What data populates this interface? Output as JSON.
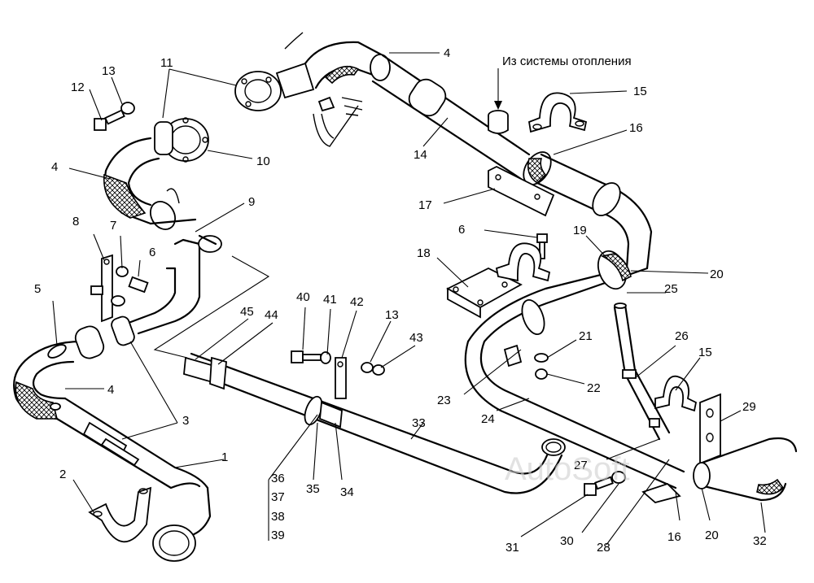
{
  "caption": "Из системы отопления",
  "watermark": "AutoSoft",
  "labels": {
    "n1": "1",
    "n2": "2",
    "n3": "3",
    "n4a": "4",
    "n4b": "4",
    "n4c": "4",
    "n5": "5",
    "n6a": "6",
    "n6b": "6",
    "n7": "7",
    "n8": "8",
    "n9": "9",
    "n10": "10",
    "n11": "11",
    "n12": "12",
    "n13a": "13",
    "n13b": "13",
    "n14": "14",
    "n15a": "15",
    "n15b": "15",
    "n16a": "16",
    "n16b": "16",
    "n17": "17",
    "n18": "18",
    "n19": "19",
    "n20a": "20",
    "n20b": "20",
    "n21": "21",
    "n22": "22",
    "n23": "23",
    "n24": "24",
    "n25": "25",
    "n26": "26",
    "n27": "27",
    "n28": "28",
    "n29": "29",
    "n30": "30",
    "n31": "31",
    "n32": "32",
    "n33": "33",
    "n34": "34",
    "n35": "35",
    "n36": "36",
    "n37": "37",
    "n38": "38",
    "n39": "39",
    "n40": "40",
    "n41": "41",
    "n42": "42",
    "n43": "43",
    "n44": "44",
    "n45": "45"
  }
}
